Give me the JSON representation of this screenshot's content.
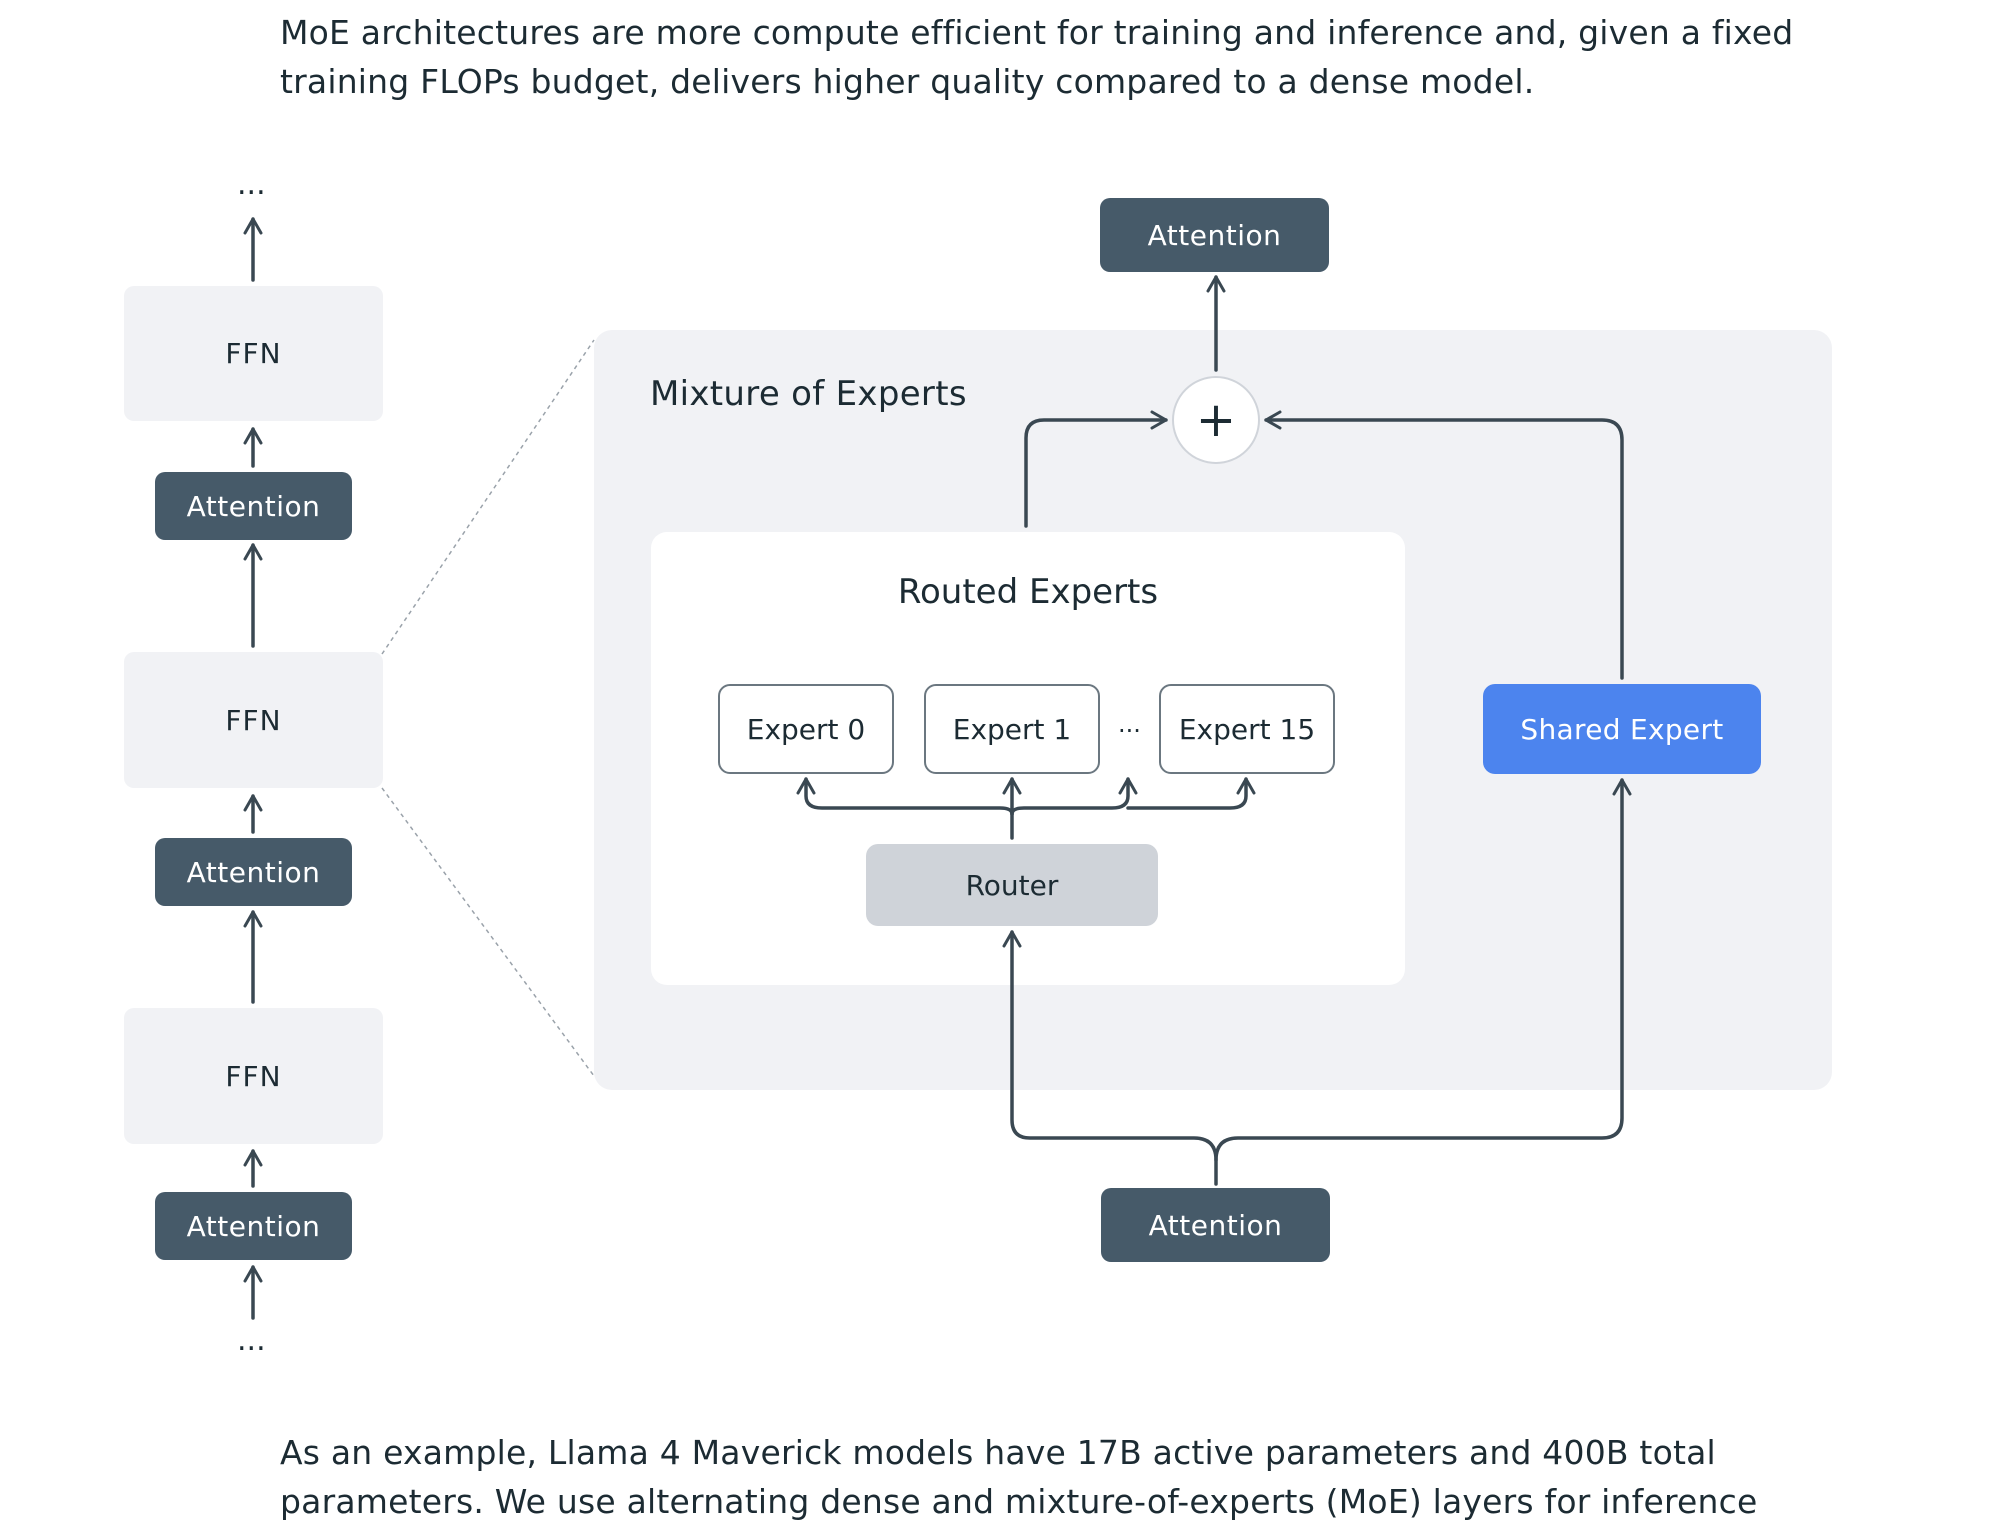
{
  "text": {
    "intro_line1": "MoE architectures are more compute efficient for training and inference and, given a fixed",
    "intro_line2": "training FLOPs budget, delivers higher quality compared to a dense model.",
    "outro_line1": "As an example, Llama 4 Maverick models have 17B active parameters and 400B total",
    "outro_line2": "parameters. We use alternating dense and mixture-of-experts (MoE) layers for inference"
  },
  "stack": {
    "top_ellipsis": "...",
    "bottom_ellipsis": "...",
    "ffn_label": "FFN",
    "attention_label": "Attention"
  },
  "moe": {
    "title": "Mixture of Experts",
    "routed_title": "Routed Experts",
    "experts": [
      "Expert 0",
      "Expert 1",
      "Expert 15"
    ],
    "experts_ellipsis": "...",
    "router": "Router",
    "shared_expert": "Shared Expert",
    "plus": "+",
    "attention_top": "Attention",
    "attention_bottom": "Attention"
  },
  "colors": {
    "attention": "#465a69",
    "ffn": "#f1f2f5",
    "shared_expert": "#4c84ee",
    "router": "#cfd3d9",
    "wire": "#3a4852"
  }
}
